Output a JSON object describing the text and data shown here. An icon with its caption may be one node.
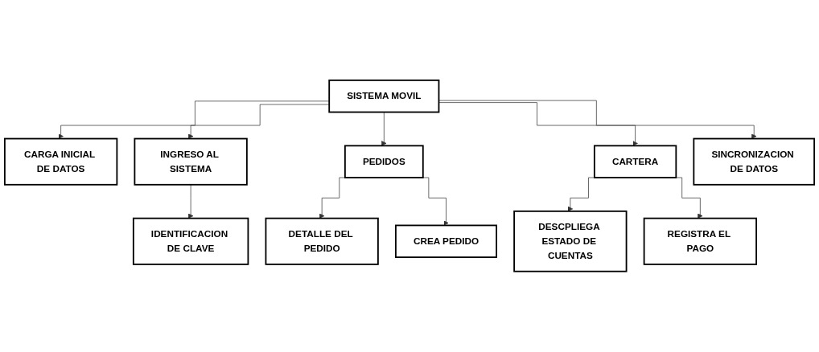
{
  "diagram": {
    "nodes": [
      {
        "text": [
          "SISTEMA MOVIL"
        ]
      },
      {
        "text": [
          "CARGA INICIAL DE DATOS"
        ]
      },
      {
        "text": [
          "INGRESO AL SISTEMA"
        ]
      },
      {
        "text": [
          "PEDIDOS"
        ]
      },
      {
        "text": [
          "CARTERA"
        ]
      },
      {
        "text": [
          "SINCRONIZACION DE DATOS"
        ]
      },
      {
        "text": [
          "IDENTIFICACION DE CLAVE"
        ]
      },
      {
        "text": [
          "DETALLE DEL PEDIDO"
        ]
      },
      {
        "text": [
          "CREA PEDIDO"
        ]
      },
      {
        "text": [
          "DESCPLIEGA ESTADO DE CUENTAS"
        ]
      },
      {
        "text": [
          "REGISTRA EL PAGO"
        ]
      }
    ],
    "edges": [
      {
        "from": 0,
        "to": 1,
        "arrow": "to"
      },
      {
        "from": 0,
        "to": 2,
        "arrow": "to"
      },
      {
        "from": 0,
        "to": 3,
        "arrow": "to"
      },
      {
        "from": 0,
        "to": 4,
        "arrow": "to"
      },
      {
        "from": 0,
        "to": 5,
        "arrow": "to"
      },
      {
        "from": 2,
        "to": 6,
        "arrow": "to"
      },
      {
        "from": 3,
        "to": 7,
        "arrow": "to"
      },
      {
        "from": 3,
        "to": 8,
        "arrow": "to"
      },
      {
        "from": 4,
        "to": 9,
        "arrow": "to"
      },
      {
        "from": 4,
        "to": 10,
        "arrow": "to"
      }
    ]
  }
}
